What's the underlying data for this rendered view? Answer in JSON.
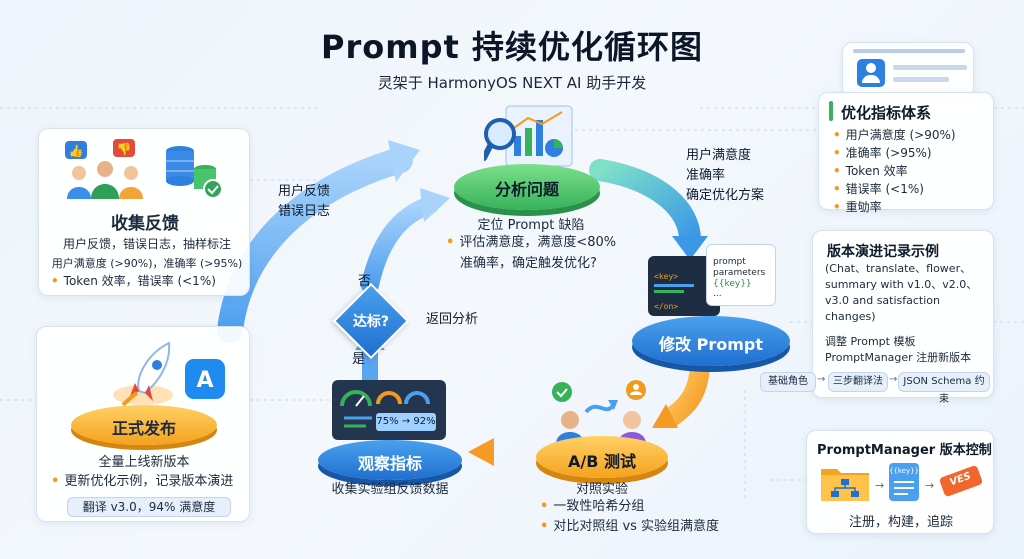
{
  "header": {
    "title": "Prompt 持续优化循环图",
    "subtitle": "灵架于 HarmonyOS NEXT AI 助手开发"
  },
  "collect": {
    "title": "收集反馈",
    "line1": "用户反馈，错误日志，抽样标注",
    "line2": "用户满意度 (>90%)，准确率 (>95%)",
    "bullet": "Token 效率，错误率 (<1%)"
  },
  "analyze": {
    "title": "分析问题",
    "line1": "定位 Prompt 缺陷",
    "bullet": "评估满意度，满意度<80%",
    "line2": "准确率，确定触发优化?"
  },
  "modify": {
    "title": "修改 Prompt",
    "code_key": "<key>",
    "code_on": "</on>",
    "code_p1": "prompt",
    "code_p2": "parameters",
    "code_p3": "{{key}}",
    "code_p4": "..."
  },
  "abtest": {
    "title": "A/B 测试",
    "line1": "对照实验",
    "bullet1": "一致性哈希分组",
    "bullet2": "对比对照组 vs 实验组满意度"
  },
  "observe": {
    "title": "观察指标",
    "line1": "收集实验组反馈数据",
    "gauge_text": "75% → 92%"
  },
  "release": {
    "title": "正式发布",
    "line1": "全量上线新版本",
    "bullet": "更新优化示例，记录版本演进",
    "pill": "翻译 v3.0，94% 满意度"
  },
  "decision": {
    "label": "达标?",
    "no": "否",
    "yes": "是",
    "back": "返回分析"
  },
  "flow_labels": {
    "feedback": "用户反馈",
    "errlog": "错误日志",
    "sat": "用户满意度",
    "acc": "准确率",
    "plan": "确定优化方案"
  },
  "metrics": {
    "title": "优化指标体系",
    "items": [
      "用户满意度 (>90%)",
      "准确率 (>95%)",
      "Token 效率",
      "错误率 (<1%)",
      "重劬率"
    ]
  },
  "version": {
    "title": "版本演进记录示例",
    "desc": "(Chat、translate、flower、summary with v1.0、v2.0、v3.0 and satisfaction changes)",
    "adjust1": "调整 Prompt 模板",
    "adjust2": "PromptManager 注册新版本",
    "chips": [
      "基础角色",
      "三步翻译法",
      "JSON Schema 约束"
    ]
  },
  "pm": {
    "title": "PromptManager 版本控制",
    "key": "{{key}}",
    "stamp": "VES",
    "footer": "注册，构建，追踪"
  },
  "colors": {
    "green": "#36b25a",
    "blue": "#1f6fcf",
    "orange": "#f5a21e",
    "accent_dot": "#f29b18"
  }
}
